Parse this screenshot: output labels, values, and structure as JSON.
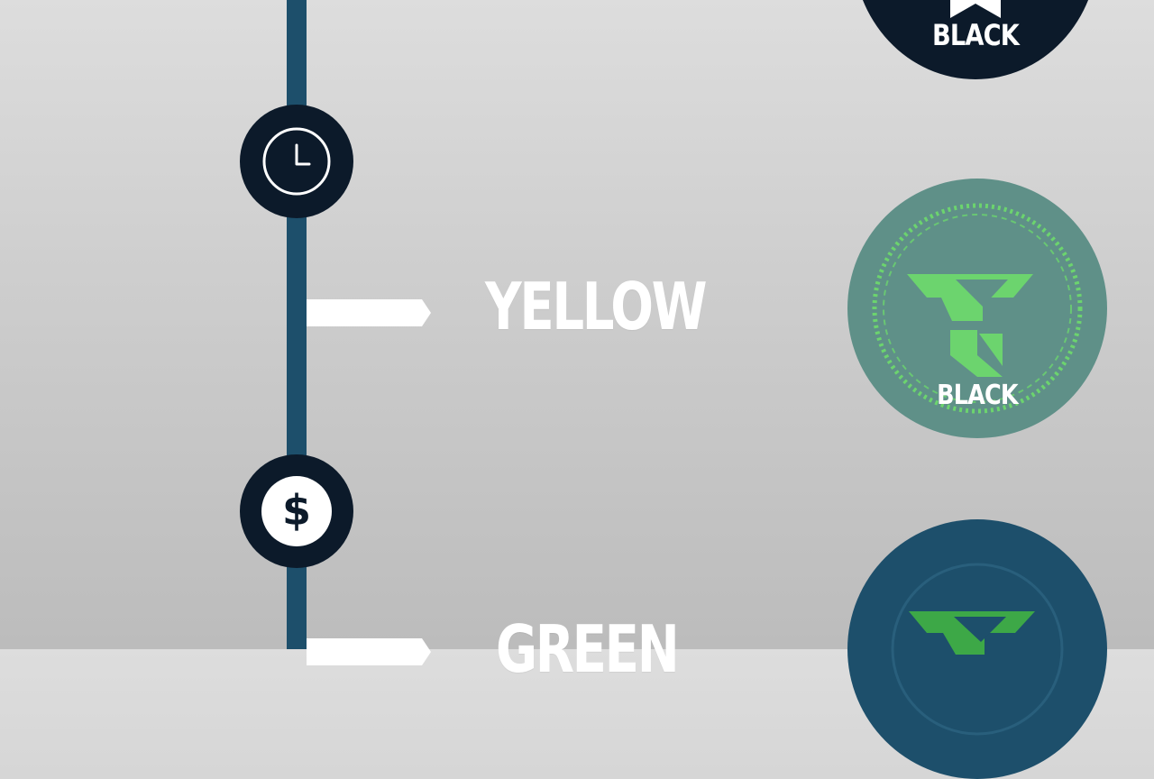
{
  "timeline": {
    "nodes": [
      {
        "icon": "clock-icon"
      },
      {
        "icon": "dollar-icon"
      }
    ]
  },
  "tiers": [
    {
      "label": "YELLOW"
    },
    {
      "label": "GREEN"
    }
  ],
  "badges": [
    {
      "text": "BLACK"
    },
    {
      "text": "BLACK"
    },
    {
      "text": ""
    }
  ],
  "colors": {
    "background_top": "#dddddd",
    "background_bottom": "#bcbcbc",
    "timeline": "#1d4f6b",
    "node_fill": "#0c1a2a",
    "badge_dark": "#0c1a2a",
    "badge_sage": "#5f9088",
    "badge_teal": "#1d4f6b",
    "emblem_green": "#6cd46e"
  }
}
